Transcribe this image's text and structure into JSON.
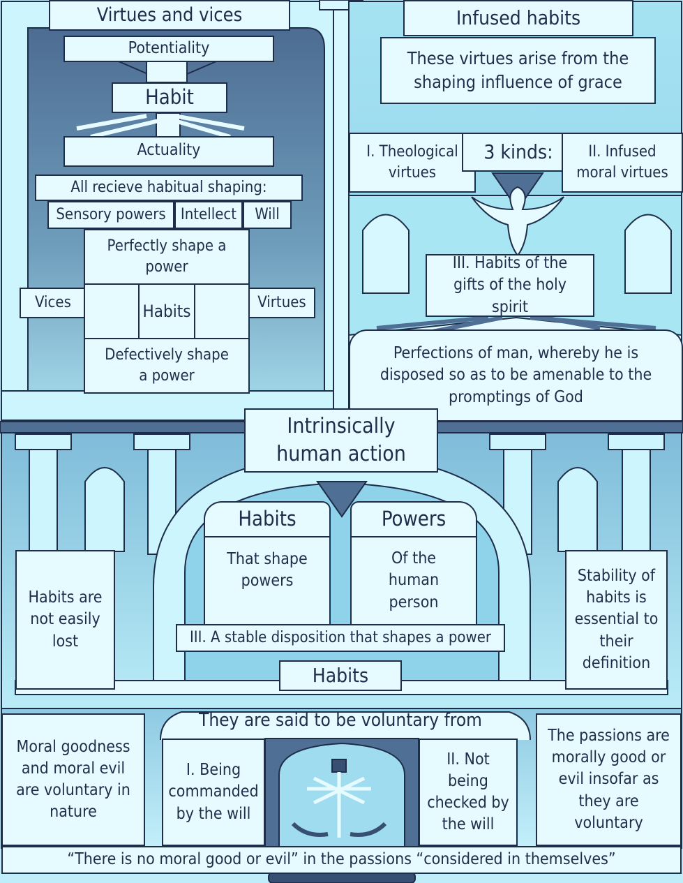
{
  "top_left": {
    "title": "Virtues and vices",
    "potentiality": "Potentiality",
    "habit": "Habit",
    "actuality": "Actuality",
    "shaping_header": "All recieve habitual shaping:",
    "powers": [
      "Sensory powers",
      "Intellect",
      "Will"
    ],
    "perfectly": "Perfectly shape a power",
    "vices": "Vices",
    "habits": "Habits",
    "virtues": "Virtues",
    "defectively": "Defectively shape a power"
  },
  "top_right": {
    "title": "Infused habits",
    "grace": "These virtues arise from the shaping influence of grace",
    "kinds": "3 kinds:",
    "theological": "I. Theological virtues",
    "infused_moral": "II. Infused moral virtues",
    "gifts": "III. Habits of the gifts of the holy spirit",
    "perfections": "Perfections of man, whereby he is disposed so as to be amenable to the promptings of God"
  },
  "middle": {
    "title": "Intrinsically human action",
    "habits_header": "Habits",
    "habits_text": "That shape powers",
    "powers_header": "Powers",
    "powers_text": "Of the human person",
    "stable": "III. A stable disposition that shapes a power",
    "habits_label": "Habits",
    "not_lost": "Habits are not easily lost",
    "stability": "Stability of habits is essential to their definition"
  },
  "bottom": {
    "voluntary_header": "They are said to be voluntary from",
    "moral_goodness": "Moral goodness and moral evil are voluntary in nature",
    "commanded": "I. Being commanded by the will",
    "not_checked": "II. Not being checked by the will",
    "passions": "The passions are morally good or evil insofar as they are voluntary",
    "quote": "“There is no moral good or evil” in the passions “considered in themselves”"
  },
  "colors": {
    "outline": "#1e2e4a",
    "pale": "#e6fbff",
    "light_cyan": "#bff0fa",
    "slate": "#4f6f95",
    "deep_slate": "#374f73"
  }
}
